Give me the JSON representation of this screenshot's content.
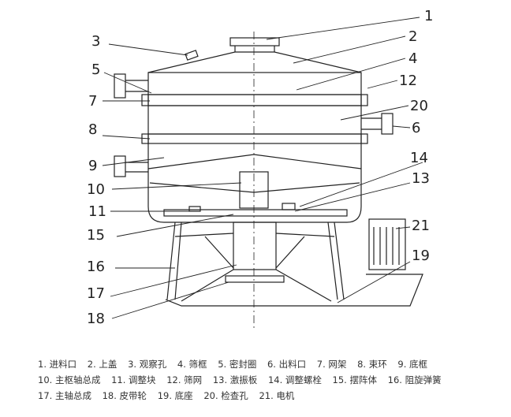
{
  "callouts": [
    "1",
    "2",
    "3",
    "4",
    "5",
    "6",
    "7",
    "8",
    "9",
    "10",
    "11",
    "12",
    "13",
    "14",
    "15",
    "16",
    "17",
    "18",
    "19",
    "20",
    "21"
  ],
  "legend": {
    "rows": [
      [
        "1. 进料口",
        "2. 上盖",
        "3. 观察孔",
        "4. 筛框",
        "5. 密封圈",
        "6. 出料口",
        "7. 网架",
        "8. 束环",
        "9. 底框"
      ],
      [
        "10. 主枢轴总成",
        "11. 调整块",
        "12. 筛网",
        "13. 激振板",
        "14. 调整螺栓",
        "15. 摆阵体",
        "16. 阻旋弹簧"
      ],
      [
        "17. 主轴总成",
        "18. 皮带轮",
        "19. 底座",
        "20. 检查孔",
        "21. 电机"
      ]
    ]
  }
}
